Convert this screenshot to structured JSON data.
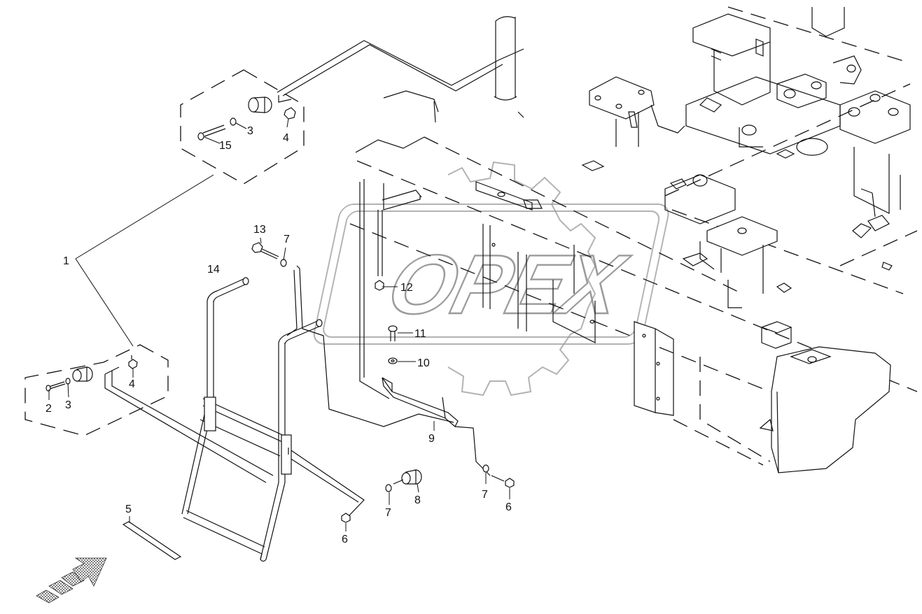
{
  "watermark": {
    "text": "OPEX"
  },
  "callouts": [
    {
      "id": "c1",
      "label": "1"
    },
    {
      "id": "c2",
      "label": "2"
    },
    {
      "id": "c3a",
      "label": "3"
    },
    {
      "id": "c3b",
      "label": "3"
    },
    {
      "id": "c4a",
      "label": "4"
    },
    {
      "id": "c4b",
      "label": "4"
    },
    {
      "id": "c5",
      "label": "5"
    },
    {
      "id": "c6a",
      "label": "6"
    },
    {
      "id": "c6b",
      "label": "6"
    },
    {
      "id": "c7a",
      "label": "7"
    },
    {
      "id": "c7b",
      "label": "7"
    },
    {
      "id": "c7c",
      "label": "7"
    },
    {
      "id": "c8",
      "label": "8"
    },
    {
      "id": "c9",
      "label": "9"
    },
    {
      "id": "c10",
      "label": "10"
    },
    {
      "id": "c11",
      "label": "11"
    },
    {
      "id": "c12",
      "label": "12"
    },
    {
      "id": "c13",
      "label": "13"
    },
    {
      "id": "c14",
      "label": "14"
    },
    {
      "id": "c15",
      "label": "15"
    }
  ],
  "icons": {
    "direction": "forward-arrow-icon"
  }
}
